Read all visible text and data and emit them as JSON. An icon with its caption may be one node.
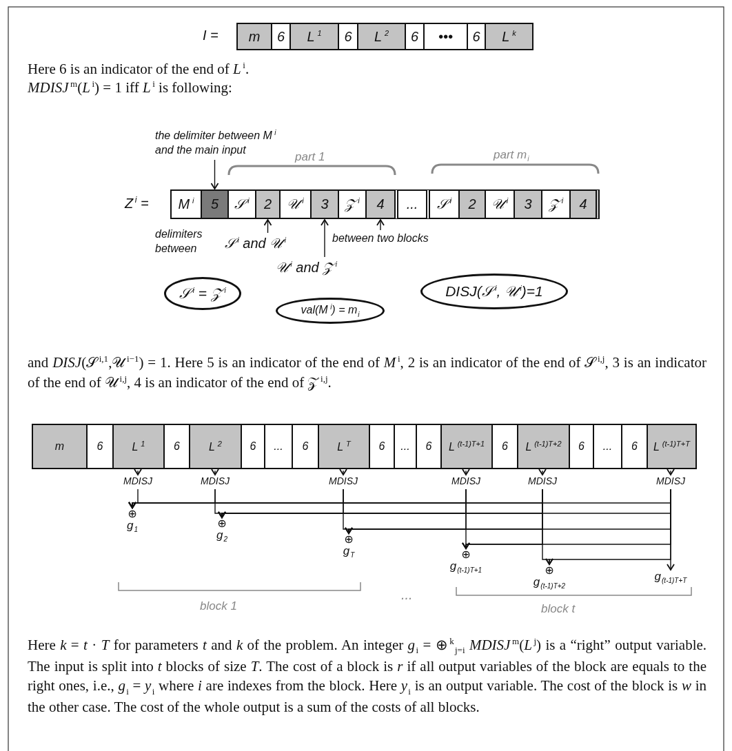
{
  "diagram": {
    "nodes": [
      {
        "text": [
          "m"
        ]
      },
      {
        "text": [
          "6"
        ]
      },
      {
        "text": [
          "L$^{1}$"
        ]
      },
      {
        "text": [
          "6"
        ]
      },
      {
        "text": [
          "L$^{2}$"
        ]
      },
      {
        "text": [
          "6"
        ]
      },
      {
        "text": [
          "•••"
        ]
      },
      {
        "text": [
          "6"
        ]
      },
      {
        "text": [
          "L$^{k}$"
        ]
      },
      {
        "text": [
          "M$^{i}$"
        ]
      },
      {
        "text": [
          "5"
        ]
      },
      {
        "text": [
          "𝒮$^{i}$"
        ]
      },
      {
        "text": [
          "2"
        ]
      },
      {
        "text": [
          "𝒰$^{i}$"
        ]
      },
      {
        "text": [
          "3"
        ]
      },
      {
        "text": [
          "𝒵$^{i}$"
        ]
      },
      {
        "text": [
          "4"
        ]
      },
      {
        "text": [
          "..."
        ]
      },
      {
        "text": [
          "𝒮$^{i}$"
        ]
      },
      {
        "text": [
          "2"
        ]
      },
      {
        "text": [
          "𝒰$^{i}$"
        ]
      },
      {
        "text": [
          "3"
        ]
      },
      {
        "text": [
          "𝒵$^{i}$"
        ]
      },
      {
        "text": [
          "4"
        ]
      },
      {
        "text": [
          "the delimiter between M$^{i}$ and the main input"
        ]
      },
      {
        "text": [
          "𝒮$^{i}$ and 𝒰$^{i}$"
        ]
      },
      {
        "text": [
          "𝒰$^{i}$ and 𝒵$^{i}$"
        ]
      },
      {
        "text": [
          "between two blocks"
        ]
      },
      {
        "text": [
          "𝒮$^{i}$ = 𝒵$^{i}$"
        ]
      },
      {
        "text": [
          "val(M$^{i}$) = m$_{i}$"
        ]
      },
      {
        "text": [
          "DISJ(𝒮$^{i}$, 𝒰$^{i}$)=1"
        ]
      },
      {
        "text": [
          "m"
        ]
      },
      {
        "text": [
          "6"
        ]
      },
      {
        "text": [
          "L$^{1}$"
        ]
      },
      {
        "text": [
          "6"
        ]
      },
      {
        "text": [
          "L$^{2}$"
        ]
      },
      {
        "text": [
          "6"
        ]
      },
      {
        "text": [
          "..."
        ]
      },
      {
        "text": [
          "6"
        ]
      },
      {
        "text": [
          "L$^{T}$"
        ]
      },
      {
        "text": [
          "6"
        ]
      },
      {
        "text": [
          "..."
        ]
      },
      {
        "text": [
          "6"
        ]
      },
      {
        "text": [
          "L$^{(t-1)T+1}$"
        ]
      },
      {
        "text": [
          "6"
        ]
      },
      {
        "text": [
          "L$^{(t-1)T+2}$"
        ]
      },
      {
        "text": [
          "6"
        ]
      },
      {
        "text": [
          "..."
        ]
      },
      {
        "text": [
          "6"
        ]
      },
      {
        "text": [
          "L$^{(t-1)T+T}$"
        ]
      },
      {
        "text": [
          "MDISJ"
        ]
      },
      {
        "text": [
          "MDISJ"
        ]
      },
      {
        "text": [
          "MDISJ"
        ]
      },
      {
        "text": [
          "MDISJ"
        ]
      },
      {
        "text": [
          "MDISJ"
        ]
      },
      {
        "text": [
          "MDISJ"
        ]
      },
      {
        "text": [
          "⊕",
          "g$_{1}$"
        ]
      },
      {
        "text": [
          "⊕",
          "g$_{2}$"
        ]
      },
      {
        "text": [
          "⊕",
          "g$_{T}$"
        ]
      },
      {
        "text": [
          "⊕",
          "g$_{(t-1)T+1}$"
        ]
      },
      {
        "text": [
          "⊕",
          "g$_{(t-1)T+2}$"
        ]
      },
      {
        "text": [
          "g$_{(t-1)T+T}$"
        ]
      }
    ],
    "edges": [
      {
        "from": 24,
        "to": 10,
        "arrow": "to"
      },
      {
        "from": 25,
        "to": 12,
        "arrow": "to"
      },
      {
        "from": 26,
        "to": 14,
        "arrow": "to"
      },
      {
        "from": 27,
        "to": 16,
        "arrow": "to"
      },
      {
        "from": 33,
        "to": 50,
        "arrow": "to"
      },
      {
        "from": 35,
        "to": 51,
        "arrow": "to"
      },
      {
        "from": 39,
        "to": 52,
        "arrow": "to"
      },
      {
        "from": 43,
        "to": 53,
        "arrow": "to"
      },
      {
        "from": 45,
        "to": 54,
        "arrow": "to"
      },
      {
        "from": 49,
        "to": 55,
        "arrow": "to"
      },
      {
        "from": 50,
        "to": 56,
        "arrow": "to"
      },
      {
        "from": 51,
        "to": 56,
        "arrow": "to"
      },
      {
        "from": 52,
        "to": 56,
        "arrow": "to"
      },
      {
        "from": 53,
        "to": 56,
        "arrow": "to"
      },
      {
        "from": 54,
        "to": 56,
        "arrow": "to"
      },
      {
        "from": 55,
        "to": 56,
        "arrow": "to"
      },
      {
        "from": 51,
        "to": 57,
        "arrow": "to"
      },
      {
        "from": 52,
        "to": 57,
        "arrow": "to"
      },
      {
        "from": 53,
        "to": 57,
        "arrow": "to"
      },
      {
        "from": 54,
        "to": 57,
        "arrow": "to"
      },
      {
        "from": 55,
        "to": 57,
        "arrow": "to"
      },
      {
        "from": 52,
        "to": 58,
        "arrow": "to"
      },
      {
        "from": 53,
        "to": 58,
        "arrow": "to"
      },
      {
        "from": 54,
        "to": 58,
        "arrow": "to"
      },
      {
        "from": 55,
        "to": 58,
        "arrow": "to"
      },
      {
        "from": 53,
        "to": 59,
        "arrow": "to"
      },
      {
        "from": 54,
        "to": 59,
        "arrow": "to"
      },
      {
        "from": 55,
        "to": 59,
        "arrow": "to"
      },
      {
        "from": 54,
        "to": 60,
        "arrow": "to"
      },
      {
        "from": 55,
        "to": 60,
        "arrow": "to"
      },
      {
        "from": 55,
        "to": 61,
        "arrow": "to"
      }
    ],
    "labels": [
      "I =",
      "Here 6 is an indicator of the end of *L*$^{i}$.",
      "*MDISJ*$^{m}$(*L*$^{i}$) = 1 iff *L*$^{i}$ is following:",
      "part 1",
      "part m$_{i}$",
      "Z$^{i}$ =",
      "delimiters between",
      "and *DISJ*(𝒮$^{i,1}$,𝒰$^{i−1}$) = 1. Here 5 is an indicator of the end of *M*$^{i}$, 2 is an indicator of the end of 𝒮$^{i,j}$, 3 is an indicator of the end of 𝒰$^{i,j}$, 4 is an indicator of the end of 𝒵$^{i,j}$.",
      "block 1",
      "...",
      "block t",
      "Here *k* = *t* · *T* for parameters *t* and *k* of the problem. An integer *g*$_{i}$ = ⊕$^{k}$$_{j=i}$ *MDISJ*$^{m}$(*L*$^{j}$) is a “right” output variable. The input is split into *t* blocks of size *T*. The cost of a block is *r* if all output variables of the block are equals to the right ones, i.e., *g*$_{i}$ = *y*$_{i}$ where *i* are indexes from the block. Here *y*$_{i}$ is an output variable. The cost of the block is *w* in the other case. The cost of the whole output is a sum of the costs of all blocks."
    ]
  }
}
